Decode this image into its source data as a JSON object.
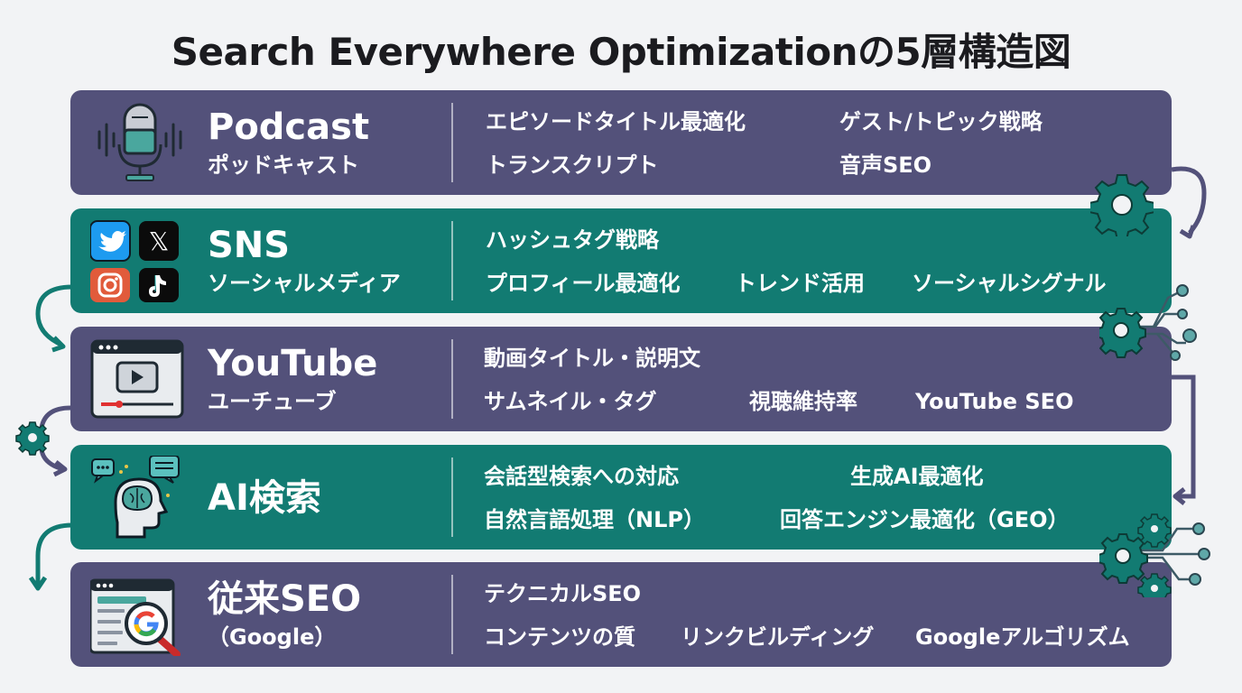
{
  "title": "Search Everywhere Optimizationの5層構造図",
  "colors": {
    "purple": "#53517a",
    "teal": "#127b72",
    "background": "#f2f3f5"
  },
  "layers": [
    {
      "name": "Podcast",
      "subtitle": "ポッドキャスト",
      "icon": "microphone-icon",
      "items": [
        "エピソードタイトル最適化",
        "ゲスト/トピック戦略",
        "トランスクリプト",
        "音声SEO"
      ]
    },
    {
      "name": "SNS",
      "subtitle": "ソーシャルメディア",
      "icon": "social-apps-icon",
      "items": [
        "ハッシュタグ戦略",
        "プロフィール最適化",
        "トレンド活用",
        "ソーシャルシグナル"
      ]
    },
    {
      "name": "YouTube",
      "subtitle": "ユーチューブ",
      "icon": "video-player-icon",
      "items": [
        "動画タイトル・説明文",
        "サムネイル・タグ",
        "視聴維持率",
        "YouTube SEO"
      ]
    },
    {
      "name": "AI検索",
      "subtitle": "",
      "icon": "ai-brain-icon",
      "items": [
        "会話型検索への対応",
        "生成AI最適化",
        "自然言語処理（NLP）",
        "回答エンジン最適化（GEO）"
      ]
    },
    {
      "name": "従来SEO",
      "subtitle": "（Google）",
      "icon": "google-search-icon",
      "items": [
        "テクニカルSEO",
        "コンテンツの質",
        "リンクビルディング",
        "Googleアルゴリズム"
      ]
    }
  ]
}
